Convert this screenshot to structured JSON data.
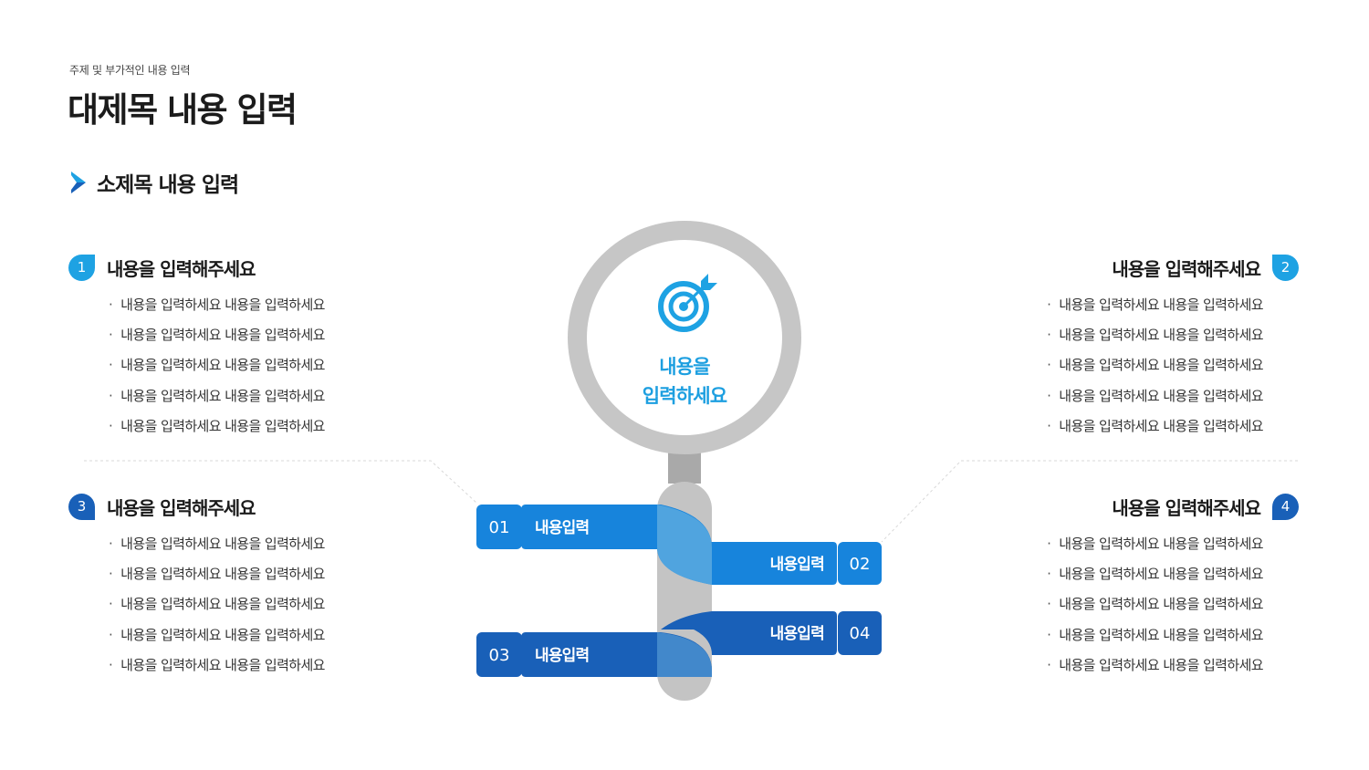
{
  "header": {
    "subtitle": "주제 및 부가적인 내용 입력",
    "title": "대제목 내용 입력",
    "section_title": "소제목 내용 입력"
  },
  "blocks": [
    {
      "num": "1",
      "title": "내용을 입력해주세요",
      "color": "#1ea2e3",
      "items": [
        "내용을 입력하세요 내용을 입력하세요",
        "내용을 입력하세요 내용을 입력하세요",
        "내용을 입력하세요 내용을 입력하세요",
        "내용을 입력하세요 내용을 입력하세요",
        "내용을 입력하세요 내용을 입력하세요"
      ]
    },
    {
      "num": "2",
      "title": "내용을 입력해주세요",
      "color": "#1ea2e3",
      "items": [
        "내용을 입력하세요 내용을 입력하세요",
        "내용을 입력하세요 내용을 입력하세요",
        "내용을 입력하세요 내용을 입력하세요",
        "내용을 입력하세요 내용을 입력하세요",
        "내용을 입력하세요 내용을 입력하세요"
      ]
    },
    {
      "num": "3",
      "title": "내용을 입력해주세요",
      "color": "#1960b8",
      "items": [
        "내용을 입력하세요 내용을 입력하세요",
        "내용을 입력하세요 내용을 입력하세요",
        "내용을 입력하세요 내용을 입력하세요",
        "내용을 입력하세요 내용을 입력하세요",
        "내용을 입력하세요 내용을 입력하세요"
      ]
    },
    {
      "num": "4",
      "title": "내용을 입력해주세요",
      "color": "#1960b8",
      "items": [
        "내용을 입력하세요 내용을 입력하세요",
        "내용을 입력하세요 내용을 입력하세요",
        "내용을 입력하세요 내용을 입력하세요",
        "내용을 입력하세요 내용을 입력하세요",
        "내용을 입력하세요 내용을 입력하세요"
      ]
    }
  ],
  "lens": {
    "line1": "내용을",
    "line2": "입력하세요",
    "icon": "target-icon"
  },
  "tabs": [
    {
      "num": "01",
      "label": "내용입력"
    },
    {
      "num": "02",
      "label": "내용입력"
    },
    {
      "num": "03",
      "label": "내용입력"
    },
    {
      "num": "04",
      "label": "내용입력"
    }
  ],
  "colors": {
    "light_blue": "#1ea2e3",
    "mid_blue": "#1784dc",
    "dark_blue": "#1960b8",
    "gray": "#c6c6c6"
  },
  "bullet": "·"
}
